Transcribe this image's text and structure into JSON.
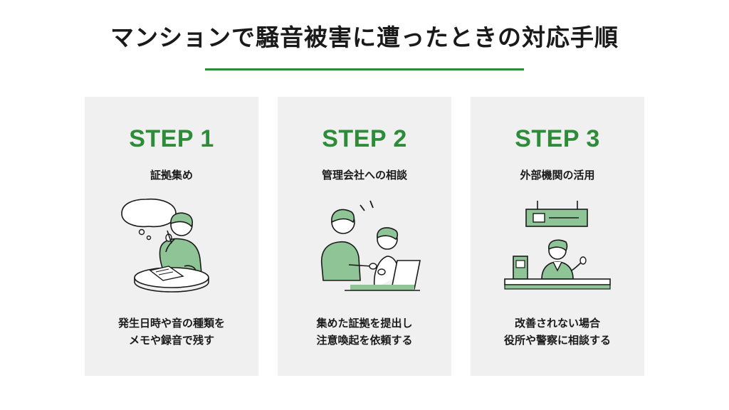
{
  "title": "マンションで騒音被害に遭ったときの対応手順",
  "colors": {
    "accent": "#2e8b3a",
    "card_bg": "#f0f0f0",
    "illustration_fill": "#8fc596"
  },
  "steps": [
    {
      "label": "STEP 1",
      "subtitle": "証拠集め",
      "illustration": "person-thinking-writing-notes-icon",
      "desc": [
        "発生日時や音の種類を",
        "メモや録音で残す"
      ]
    },
    {
      "label": "STEP 2",
      "subtitle": "管理会社への相談",
      "illustration": "two-people-consultation-icon",
      "desc": [
        "集めた証拠を提出し",
        "注意喚起を依頼する"
      ]
    },
    {
      "label": "STEP 3",
      "subtitle": "外部機関の活用",
      "illustration": "office-counter-clerk-icon",
      "desc": [
        "改善されない場合",
        "役所や警察に相談する"
      ]
    }
  ]
}
